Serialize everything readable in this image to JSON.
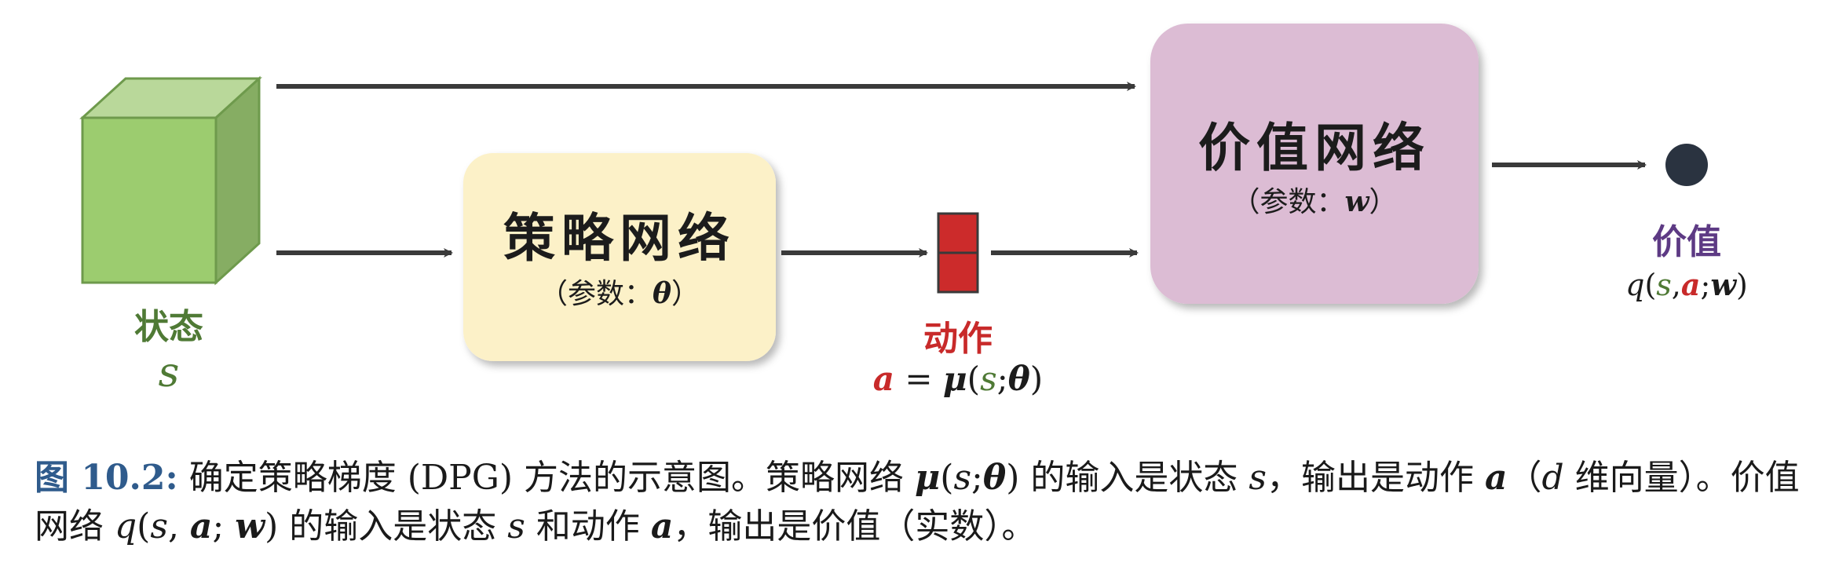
{
  "diagram": {
    "state": {
      "label": "状态",
      "symbol": "s",
      "color": "#4f7a35"
    },
    "policy_network": {
      "title": "策略网络",
      "param_prefix": "（参数：",
      "param_symbol": "θ",
      "param_suffix": "）",
      "color": "#fcf1c8"
    },
    "action": {
      "label": "动作",
      "color": "#c82a2a",
      "formula": {
        "lhs": "a",
        "eq": " = ",
        "func": "μ",
        "open": "(",
        "arg_s": "s",
        "sep": ";",
        "arg_theta": "θ",
        "close": ")"
      }
    },
    "value_network": {
      "title": "价值网络",
      "param_prefix": "（参数：",
      "param_symbol": "w",
      "param_suffix": "）",
      "color": "#dcbcd4"
    },
    "value": {
      "label": "价值",
      "color": "#5d3a84",
      "formula": {
        "func": "q",
        "open": "(",
        "arg_s": "s",
        "comma": ",",
        "arg_a": "a",
        "sep": ";",
        "arg_w": "w",
        "close": ")"
      }
    }
  },
  "caption": {
    "label": "图 10.2:",
    "t1": " 确定策略梯度 (DPG) 方法的示意图。策略网络 ",
    "m1_mu": "μ",
    "m1_open": "(",
    "m1_s": "s",
    "m1_sep": ";",
    "m1_theta": "θ",
    "m1_close": ")",
    "t2": " 的输入是状态 ",
    "m2_s": "s",
    "t3": "，输出是动作 ",
    "m3_a": "a",
    "t4": "（",
    "m4_d": "d",
    "t5": " 维向量）。价值网络 ",
    "m5_q": "q",
    "m5_open": "(",
    "m5_s": "s",
    "m5_comma": ", ",
    "m5_a": "a",
    "m5_sep": "; ",
    "m5_w": "w",
    "m5_close": ")",
    "t6": " 的输入是状态 ",
    "m6_s": "s",
    "t7": " 和动作 ",
    "m7_a": "a",
    "t8": "，输出是价值（实数）。"
  }
}
